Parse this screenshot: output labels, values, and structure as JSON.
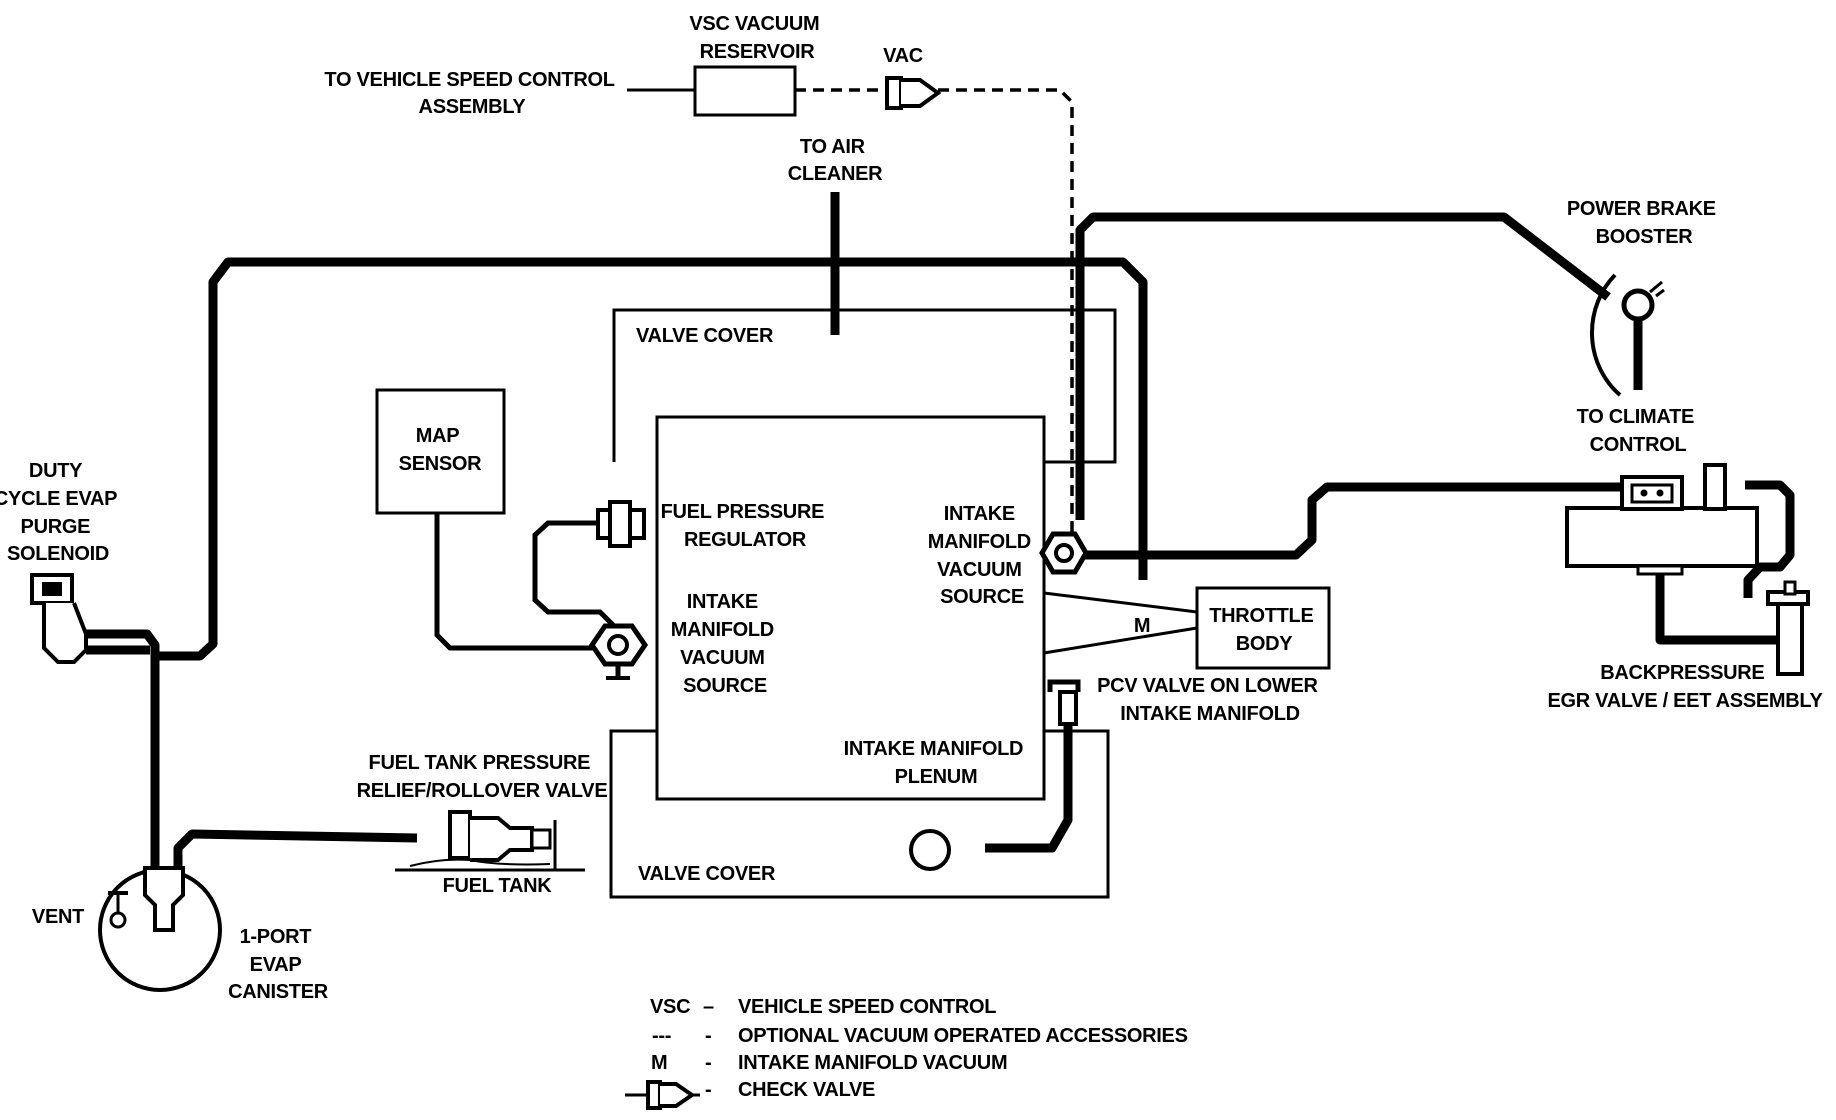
{
  "labels": {
    "vsc_reservoir": [
      "VSC VACUUM",
      "RESERVOIR"
    ],
    "vac": "VAC",
    "to_vsc_assembly": [
      "TO VEHICLE SPEED CONTROL",
      "ASSEMBLY"
    ],
    "to_air_cleaner": [
      "TO AIR",
      "CLEANER"
    ],
    "power_brake_booster": [
      "POWER BRAKE",
      "BOOSTER"
    ],
    "valve_cover_top": "VALVE COVER",
    "map_sensor": [
      "MAP",
      "SENSOR"
    ],
    "duty_cycle_solenoid": [
      "DUTY",
      "CYCLE EVAP",
      "PURGE",
      "SOLENOID"
    ],
    "fuel_pressure_regulator": [
      "FUEL PRESSURE",
      "REGULATOR"
    ],
    "intake_vacuum_source_left": [
      "INTAKE",
      "MANIFOLD",
      "VACUUM",
      "SOURCE"
    ],
    "intake_vacuum_source_right": [
      "INTAKE",
      "MANIFOLD",
      "VACUUM",
      "SOURCE"
    ],
    "to_climate_control": [
      "TO CLIMATE",
      "CONTROL"
    ],
    "throttle_body": [
      "THROTTLE",
      "BODY"
    ],
    "m_marker": "M",
    "pcv_valve": [
      "PCV VALVE ON LOWER",
      "INTAKE MANIFOLD"
    ],
    "backpressure_egr": [
      "BACKPRESSURE",
      "EGR VALVE / EET ASSEMBLY"
    ],
    "fuel_tank_relief": [
      "FUEL TANK PRESSURE",
      "RELIEF/ROLLOVER VALVE"
    ],
    "intake_plenum": [
      "INTAKE MANIFOLD",
      "PLENUM"
    ],
    "fuel_tank": "FUEL TANK",
    "valve_cover_bottom": "VALVE COVER",
    "vent": "VENT",
    "evap_canister": [
      "1-PORT",
      "EVAP",
      "CANISTER"
    ]
  },
  "legend": [
    {
      "key": "VSC",
      "dash": "–",
      "desc": "VEHICLE SPEED CONTROL"
    },
    {
      "key": "---",
      "dash": "-",
      "desc": "OPTIONAL VACUUM OPERATED ACCESSORIES"
    },
    {
      "key": "M",
      "dash": "-",
      "desc": "INTAKE MANIFOLD VACUUM"
    },
    {
      "key": "",
      "dash": "-",
      "desc": "CHECK VALVE"
    }
  ]
}
